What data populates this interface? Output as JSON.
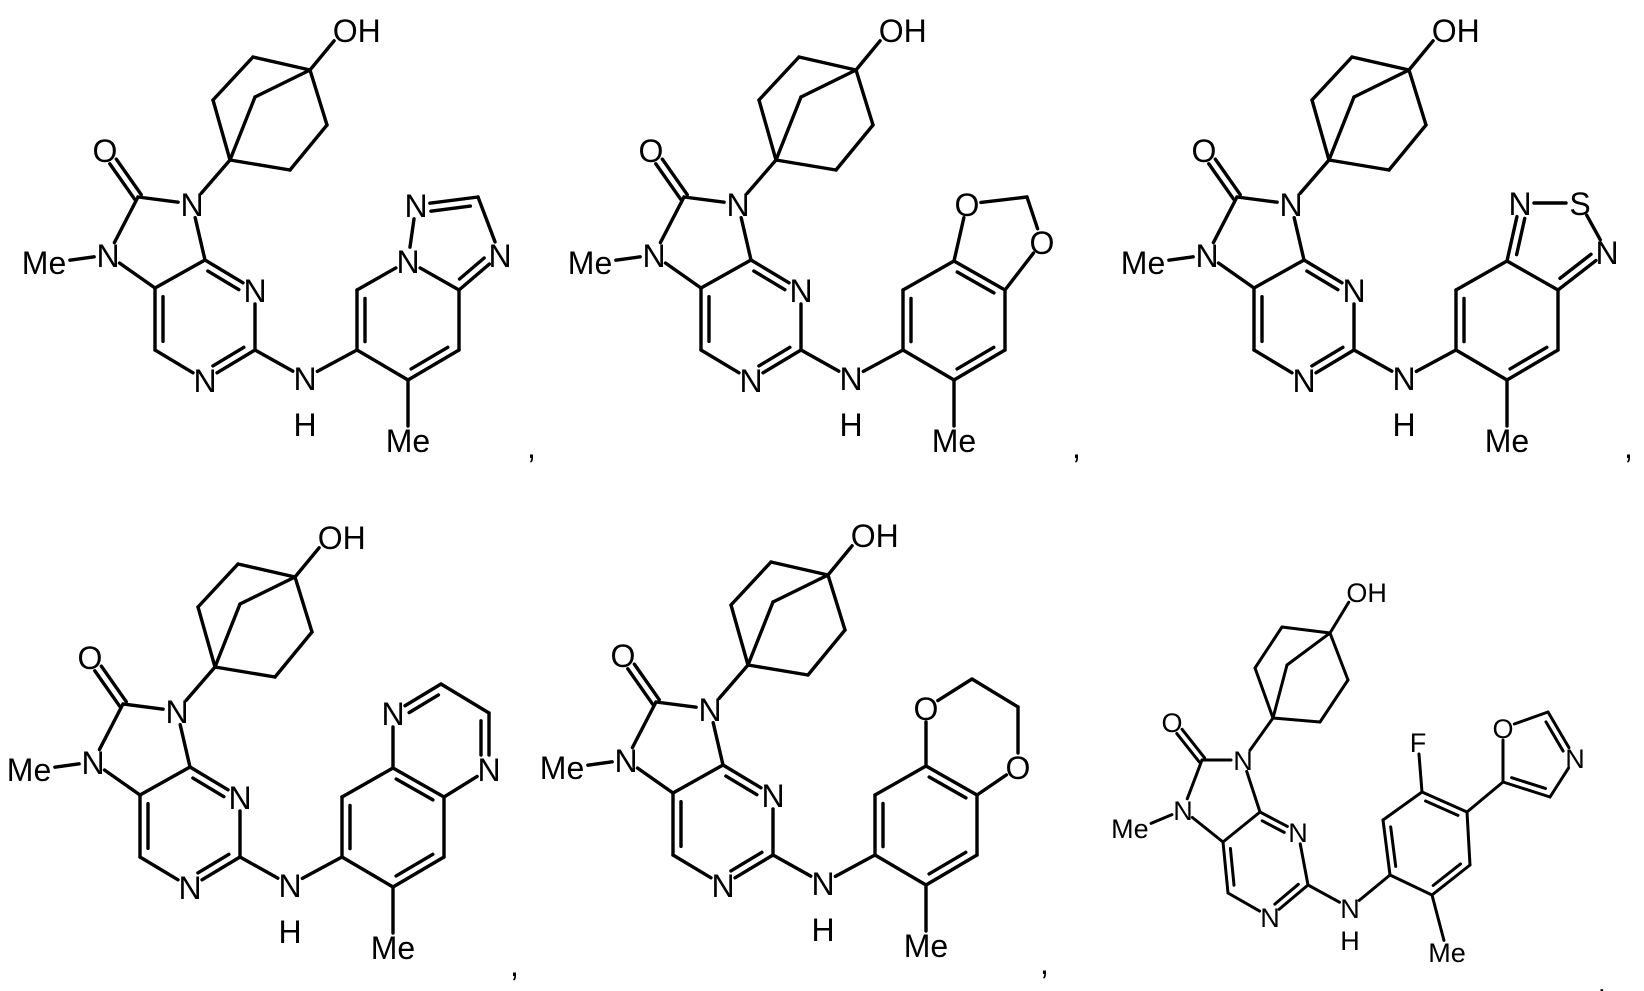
{
  "separator": ",",
  "colors": {
    "ink": "#000000",
    "background": "#ffffff"
  },
  "molecules": [
    {
      "labels": [
        "OH",
        "N",
        "O",
        "N",
        "Me",
        "N",
        "N",
        "N",
        "H",
        "N",
        "Me",
        "N",
        "N"
      ],
      "separator": ","
    },
    {
      "labels": [
        "OH",
        "N",
        "O",
        "N",
        "Me",
        "N",
        "N",
        "N",
        "H",
        "Me",
        "O",
        "O"
      ],
      "separator": ","
    },
    {
      "labels": [
        "OH",
        "N",
        "O",
        "N",
        "Me",
        "N",
        "N",
        "N",
        "H",
        "Me",
        "N",
        "S",
        "N"
      ],
      "separator": ","
    },
    {
      "labels": [
        "OH",
        "N",
        "O",
        "N",
        "Me",
        "N",
        "N",
        "N",
        "H",
        "Me",
        "N",
        "N"
      ],
      "separator": ","
    },
    {
      "labels": [
        "OH",
        "N",
        "O",
        "N",
        "Me",
        "N",
        "N",
        "N",
        "H",
        "Me",
        "O",
        "O"
      ],
      "separator": ","
    },
    {
      "labels": [
        "OH",
        "N",
        "O",
        "N",
        "Me",
        "N",
        "N",
        "N",
        "F",
        "Me",
        "O",
        "N",
        "H"
      ],
      "separator": ","
    }
  ]
}
